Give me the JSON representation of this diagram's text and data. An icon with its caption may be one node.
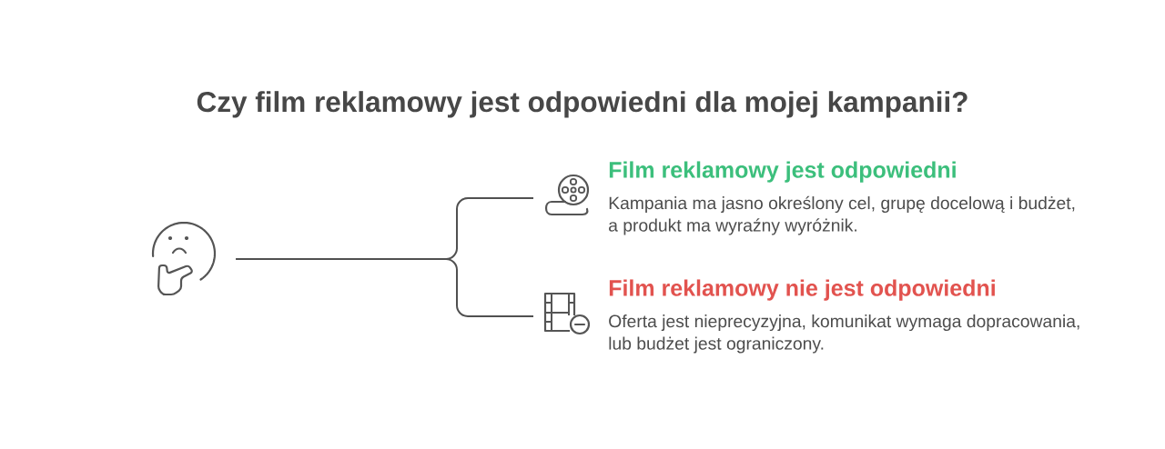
{
  "diagram": {
    "title": "Czy film reklamowy jest odpowiedni dla mojej kampanii?",
    "nodes": [
      {
        "text": [],
        "shape": "picture"
      },
      {
        "text": [
          "Film reklamowy jest odpowiedni",
          "Kampania ma jasno określony cel, grupę docelową i budżet, a produkt ma wyraźny wyróżnik."
        ]
      },
      {
        "text": [
          "Film reklamowy nie jest odpowiedni",
          "Oferta jest nieprecyzyjna, komunikat wymaga dopracowania, lub budżet jest ograniczony."
        ]
      }
    ],
    "edges": [
      {
        "from": 0,
        "to": 1,
        "arrow": "none"
      },
      {
        "from": 0,
        "to": 2,
        "arrow": "none"
      }
    ]
  }
}
